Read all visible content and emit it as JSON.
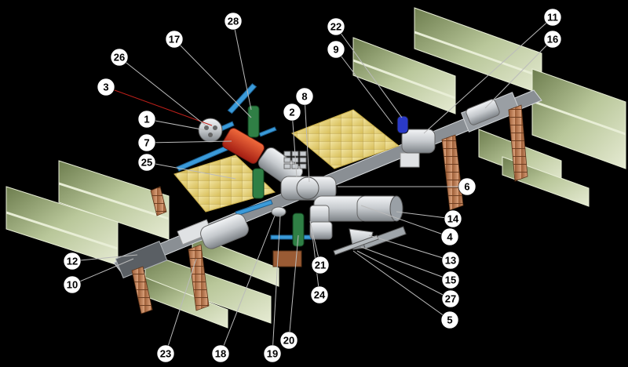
{
  "diagram": {
    "colors": {
      "background": "#000000",
      "solar_array": "#b9c79a",
      "solar_array_edge": "#e8eed6",
      "gold_array": "#e6d27a",
      "radiator_brown": "#c0825a",
      "module_gray": "#c8ccd0",
      "red_module": "#c8321e",
      "green_module": "#2f7f45",
      "blue_panel": "#3a9ad9",
      "callout_fill": "#ffffff",
      "callout_line": "#bbbbbb",
      "red_line": "#c0201a"
    },
    "callouts": [
      {
        "label": "1"
      },
      {
        "label": "2"
      },
      {
        "label": "3"
      },
      {
        "label": "4"
      },
      {
        "label": "5"
      },
      {
        "label": "6"
      },
      {
        "label": "7"
      },
      {
        "label": "8"
      },
      {
        "label": "9"
      },
      {
        "label": "10"
      },
      {
        "label": "11"
      },
      {
        "label": "12"
      },
      {
        "label": "13"
      },
      {
        "label": "14"
      },
      {
        "label": "15"
      },
      {
        "label": "16"
      },
      {
        "label": "17"
      },
      {
        "label": "18"
      },
      {
        "label": "19"
      },
      {
        "label": "20"
      },
      {
        "label": "21"
      },
      {
        "label": "22"
      },
      {
        "label": "23"
      },
      {
        "label": "24"
      },
      {
        "label": "25"
      },
      {
        "label": "26"
      },
      {
        "label": "27"
      },
      {
        "label": "28"
      }
    ]
  }
}
